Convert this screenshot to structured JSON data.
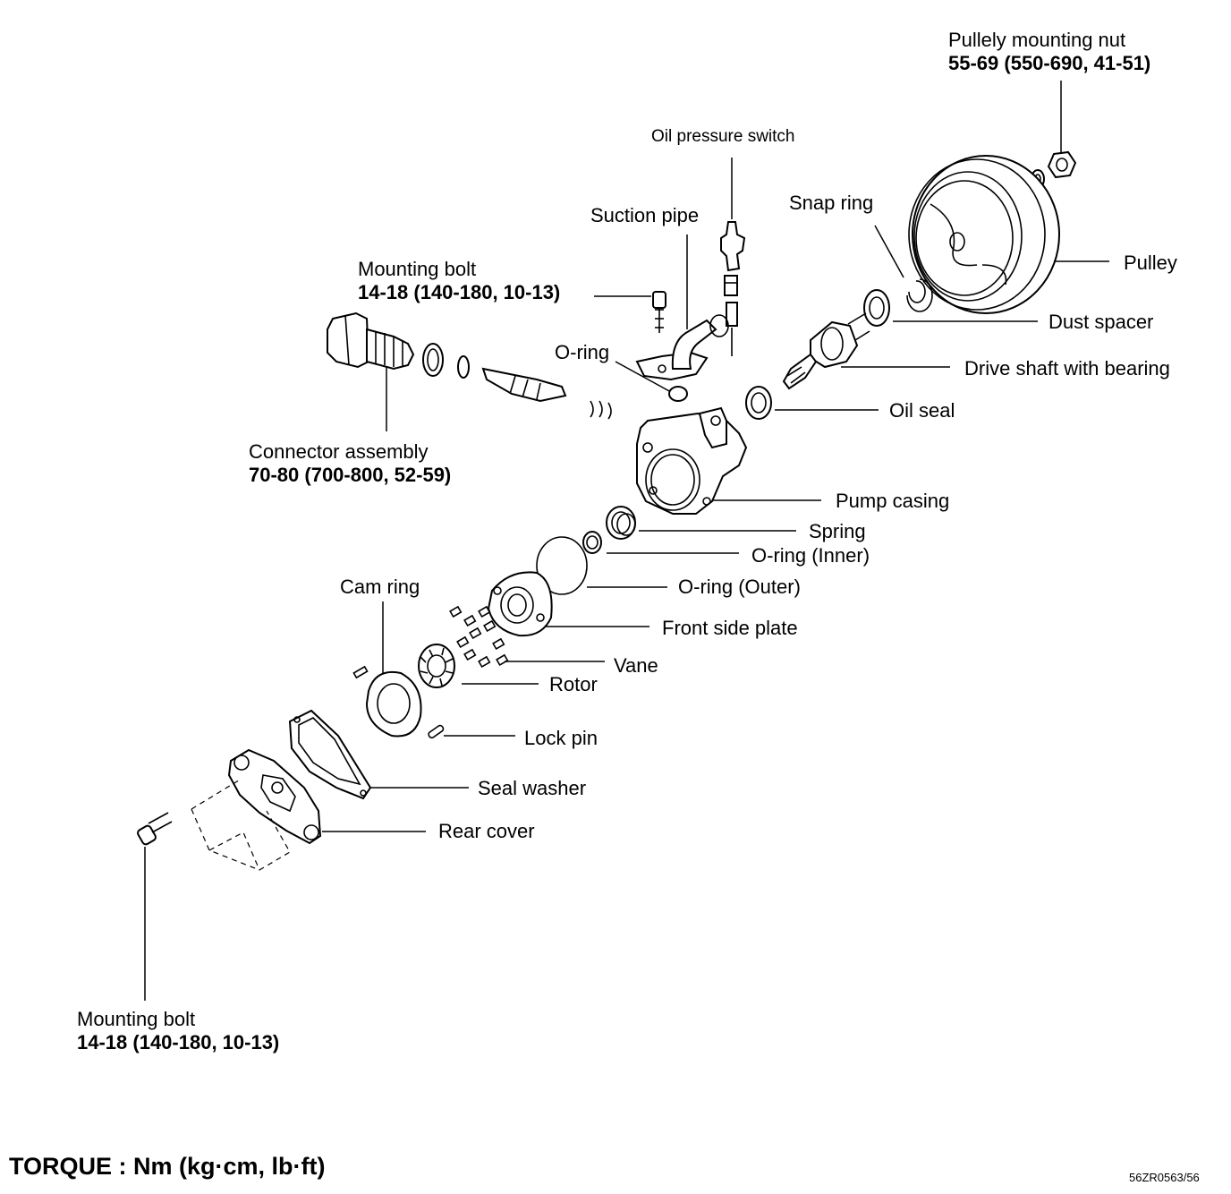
{
  "labels": {
    "pulley_nut": {
      "text": "Pullely mounting nut",
      "value": "55-69 (550-690, 41-51)"
    },
    "oil_pressure_switch": {
      "text": "Oil pressure switch"
    },
    "suction_pipe": {
      "text": "Suction pipe"
    },
    "snap_ring": {
      "text": "Snap ring"
    },
    "pulley": {
      "text": "Pulley"
    },
    "mounting_bolt_top": {
      "text": "Mounting bolt",
      "value": "14-18 (140-180, 10-13)"
    },
    "dust_spacer": {
      "text": "Dust spacer"
    },
    "o_ring": {
      "text": "O-ring"
    },
    "drive_shaft": {
      "text": "Drive shaft with bearing"
    },
    "oil_seal": {
      "text": "Oil seal"
    },
    "connector_assembly": {
      "text": "Connector assembly",
      "value": "70-80 (700-800, 52-59)"
    },
    "pump_casing": {
      "text": "Pump casing"
    },
    "spring": {
      "text": "Spring"
    },
    "o_ring_inner": {
      "text": "O-ring (Inner)"
    },
    "cam_ring": {
      "text": "Cam ring"
    },
    "o_ring_outer": {
      "text": "O-ring (Outer)"
    },
    "front_side_plate": {
      "text": "Front side plate"
    },
    "vane": {
      "text": "Vane"
    },
    "rotor": {
      "text": "Rotor"
    },
    "lock_pin": {
      "text": "Lock pin"
    },
    "seal_washer": {
      "text": "Seal washer"
    },
    "rear_cover": {
      "text": "Rear cover"
    },
    "mounting_bolt_bottom": {
      "text": "Mounting bolt",
      "value": "14-18 (140-180, 10-13)"
    }
  },
  "footer": {
    "torque_legend": "TORQUE : Nm (kg·cm, lb·ft)",
    "figure_code": "56ZR0563/56"
  }
}
